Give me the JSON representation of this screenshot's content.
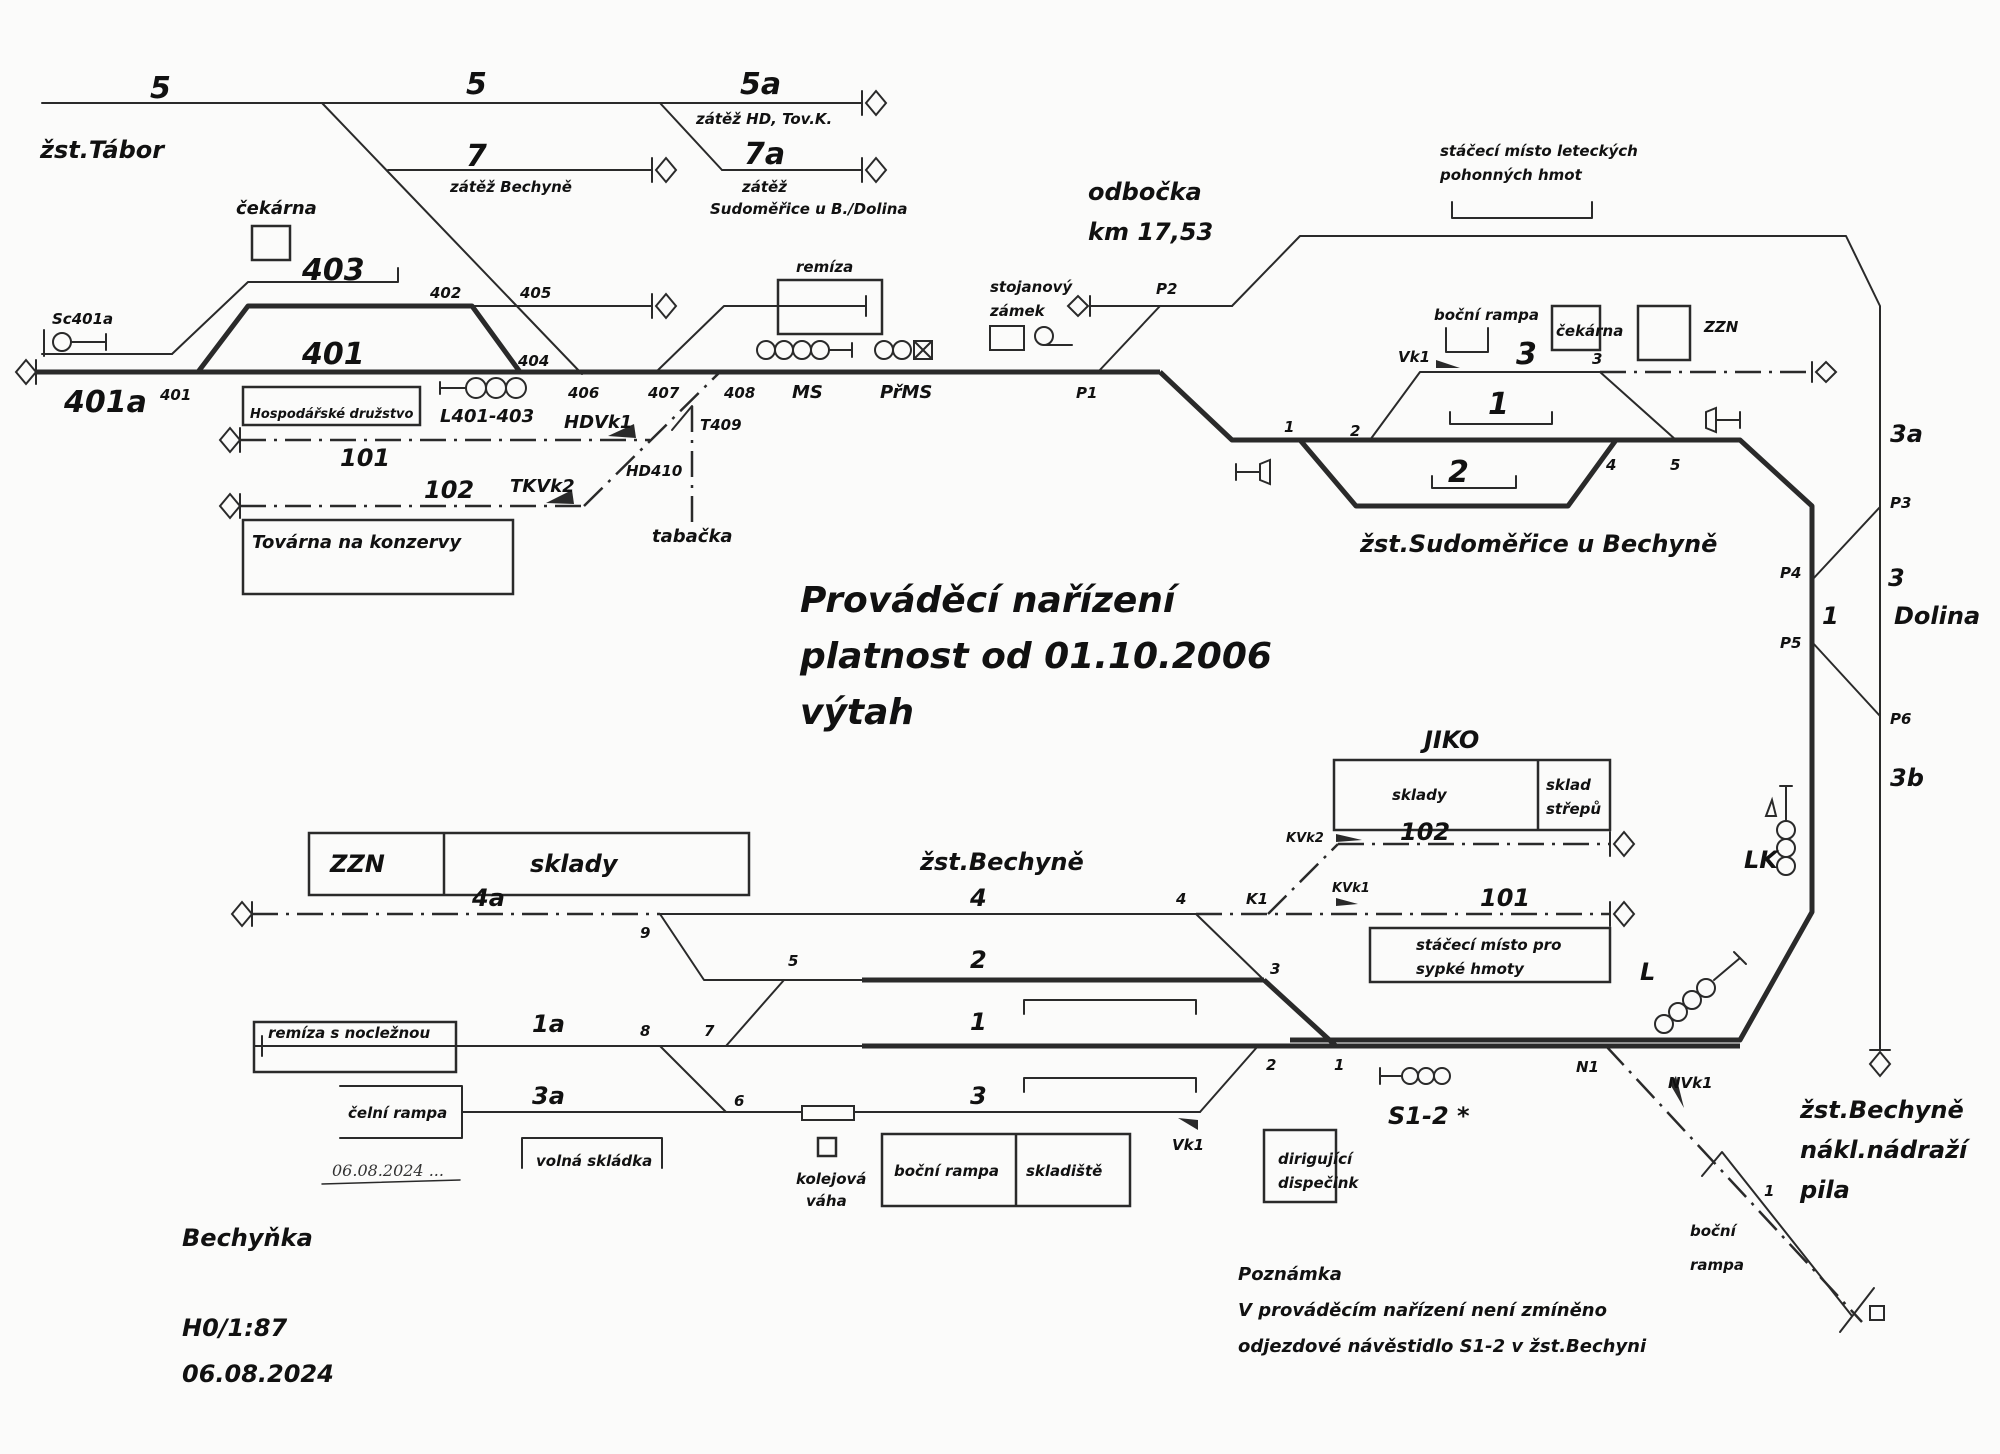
{
  "document": {
    "title_lines": [
      "Prováděcí nařízení",
      "platnost od 01.10.2006",
      "výtah"
    ],
    "layout_name": "Bechyňka",
    "scale": "H0/1:87",
    "date": "06.08.2024",
    "signature": "06.08.2024 ...",
    "note_heading": "Poznámka",
    "note_lines": [
      "V prováděcím nařízení není zmíněno",
      "odjezdové návěstidlo S1-2 v žst.Bechyni"
    ]
  },
  "stations": {
    "tabor": "žst.Tábor",
    "odbocka_line1": "odbočka",
    "odbocka_line2": "km 17,53",
    "sudomerice": "žst.Sudoměřice u Bechyně",
    "bechyne": "žst.Bechyně",
    "bechyne_nakl_line1": "žst.Bechyně",
    "bechyne_nakl_line2": "nákl.nádraží",
    "bechyne_nakl_line3": "pila",
    "dolina": "Dolina",
    "jiko": "JIKO",
    "tabacka": "tabačka"
  },
  "tracks": {
    "t5_left": "5",
    "t5_mid": "5",
    "t5a": "5a",
    "t7": "7",
    "t7a": "7a",
    "t403": "403",
    "t401": "401",
    "t401a": "401a",
    "t101_tabor": "101",
    "t102_tabor": "102",
    "sud_3": "3",
    "sud_1": "1",
    "sud_2": "2",
    "t3a_right": "3a",
    "t3_right": "3",
    "t3b_right": "3b",
    "t1_right": "1",
    "j102": "102",
    "j101": "101",
    "b4a": "4a",
    "b4": "4",
    "b2": "2",
    "b1a": "1a",
    "b1": "1",
    "b3a": "3a",
    "b3": "3"
  },
  "track_notes": {
    "t5a_note": "zátěž HD, Tov.K.",
    "t7_note": "zátěž Bechyně",
    "t7a_note_line1": "zátěž",
    "t7a_note_line2": "Sudoměřice u B./Dolina"
  },
  "switches": {
    "s401": "401",
    "s402": "402",
    "s404": "404",
    "s405": "405",
    "s406": "406",
    "s407": "407",
    "s408": "408",
    "t409": "T409",
    "hd410": "HD410",
    "p1": "P1",
    "p2": "P2",
    "p3": "P3",
    "p4": "P4",
    "p5": "P5",
    "p6": "P6",
    "sud1": "1",
    "sud2": "2",
    "sud3": "3",
    "sud4": "4",
    "sud5": "5",
    "b1": "1",
    "b2": "2",
    "b3": "3",
    "b4": "4",
    "b5": "5",
    "b6": "6",
    "b7": "7",
    "b8": "8",
    "b9": "9",
    "k1": "K1",
    "n1": "N1",
    "pila1": "1"
  },
  "signals": {
    "sc401a": "Sc401a",
    "l401_403": "L401-403",
    "ms": "MS",
    "prms": "PřMS",
    "lk": "LK",
    "l": "L",
    "s1_2": "S1-2 *"
  },
  "derailers": {
    "hdvk1": "HDVk1",
    "tkvk2": "TKVk2",
    "vk1_sud": "Vk1",
    "kvk2": "KVk2",
    "kvk1": "KVk1",
    "vk1_bech": "Vk1",
    "nvk1": "NVk1"
  },
  "buildings": {
    "cekarna_tabor": "čekárna",
    "hosp_druzstvo": "Hospodářské družstvo",
    "tovarna": "Továrna na konzervy",
    "remiza": "remíza",
    "stojanovy_line1": "stojanový",
    "stojanovy_line2": "zámek",
    "stacec_leteckych_line1": "stáčecí místo leteckých",
    "stacec_leteckych_line2": "pohonných hmot",
    "bocni_rampa_sud": "boční rampa",
    "cekarna_sud": "čekárna",
    "zzn_sud": "ZZN",
    "sklady_jiko": "sklady",
    "sklad_strepu_line1": "sklad",
    "sklad_strepu_line2": "střepů",
    "stacec_sypke_line1": "stáčecí místo pro",
    "stacec_sypke_line2": "sypké hmoty",
    "zzn_bech": "ZZN",
    "sklady_bech": "sklady",
    "remiza_nocl": "remíza s nocležnou",
    "celni_rampa": "čelní rampa",
    "volna_skladka": "volná skládka",
    "kolejova_line1": "kolejová",
    "kolejova_line2": "váha",
    "bocni_rampa_bech": "boční rampa",
    "skladiste": "skladiště",
    "dispecink_line1": "dirigující",
    "dispecink_line2": "dispečink",
    "bocni_rampa_pila_line1": "boční",
    "bocni_rampa_pila_line2": "rampa"
  }
}
